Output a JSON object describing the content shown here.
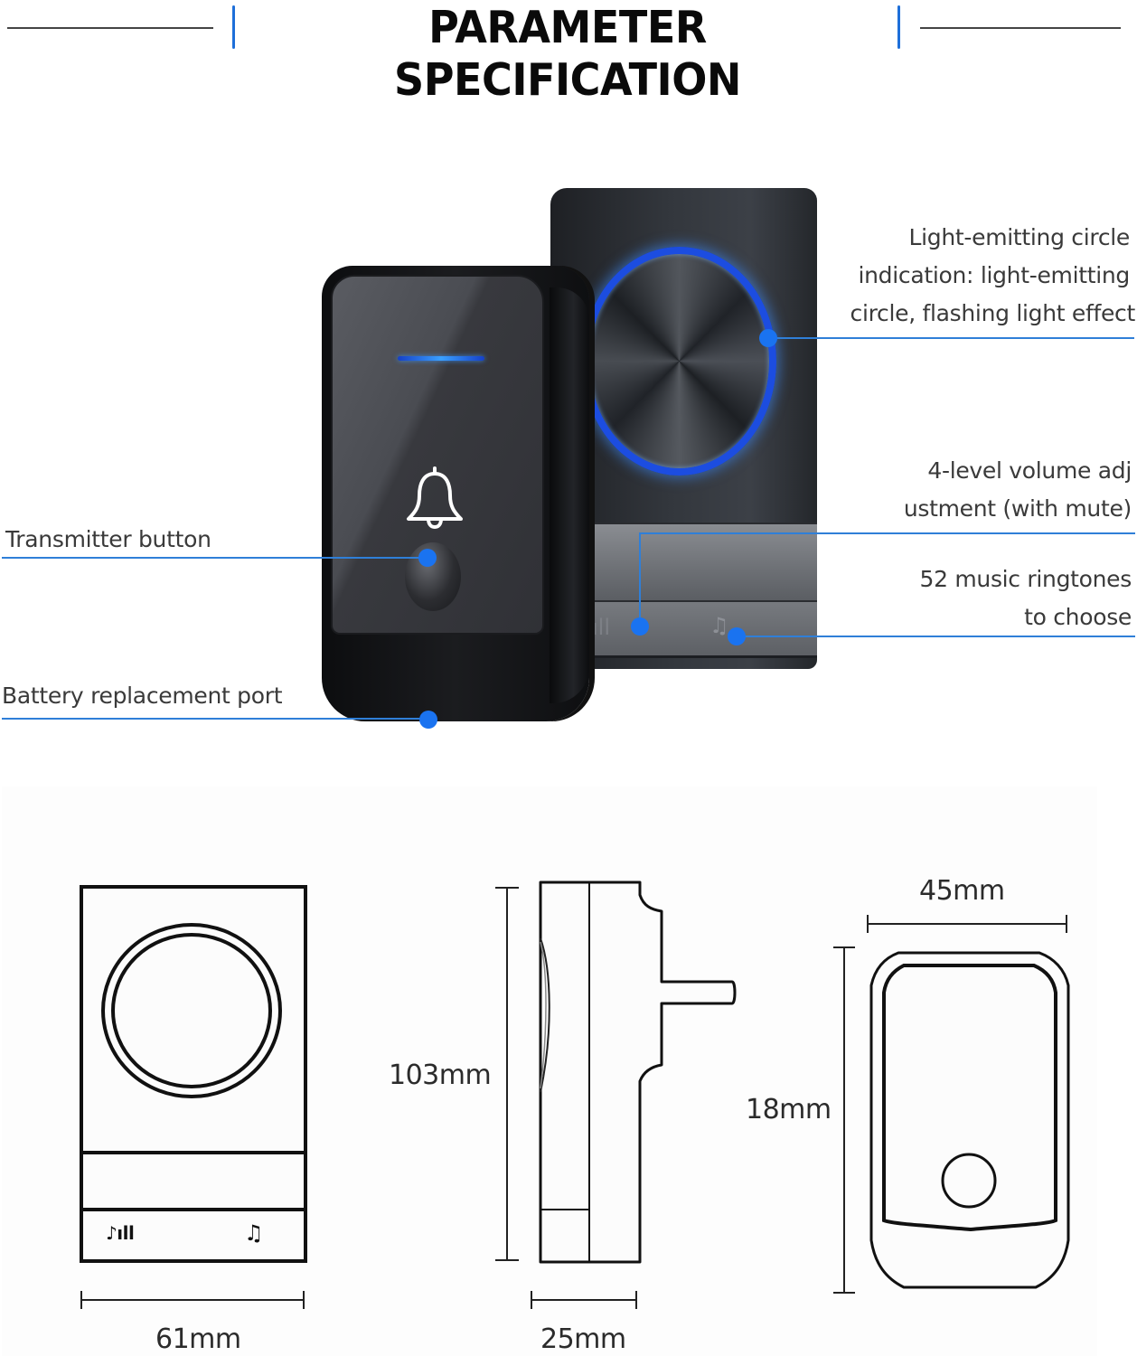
{
  "header": {
    "title": "PARAMETER SPECIFICATION",
    "accent_color": "#1e6fd9"
  },
  "callouts": {
    "line_color": "#2f7fd8",
    "dot_color": "#1a73f0",
    "light_ring": {
      "line1": "Light-emitting circle",
      "line2": "indication: light-emitting",
      "line3": "circle, flashing light effect"
    },
    "volume": {
      "line1": "4-level volume adj",
      "line2": "ustment (with mute)"
    },
    "ringtones": {
      "line1": "52 music ringtones",
      "line2": "to choose"
    },
    "transmitter_button": "Transmitter button",
    "battery_port": "Battery replacement port"
  },
  "devices": {
    "receiver": {
      "name": "receiver",
      "volume_icon": "volume-bars-icon",
      "music_icon": "music-note-icon"
    },
    "transmitter": {
      "name": "transmitter",
      "icon": "bell-icon"
    }
  },
  "dimensions": {
    "receiver_front_width": "61mm",
    "receiver_side_height": "103mm",
    "receiver_side_depth": "25mm",
    "transmitter_width": "45mm",
    "transmitter_height": "18mm",
    "front_volume_glyph": "♪ıll",
    "front_music_glyph": "♫"
  }
}
